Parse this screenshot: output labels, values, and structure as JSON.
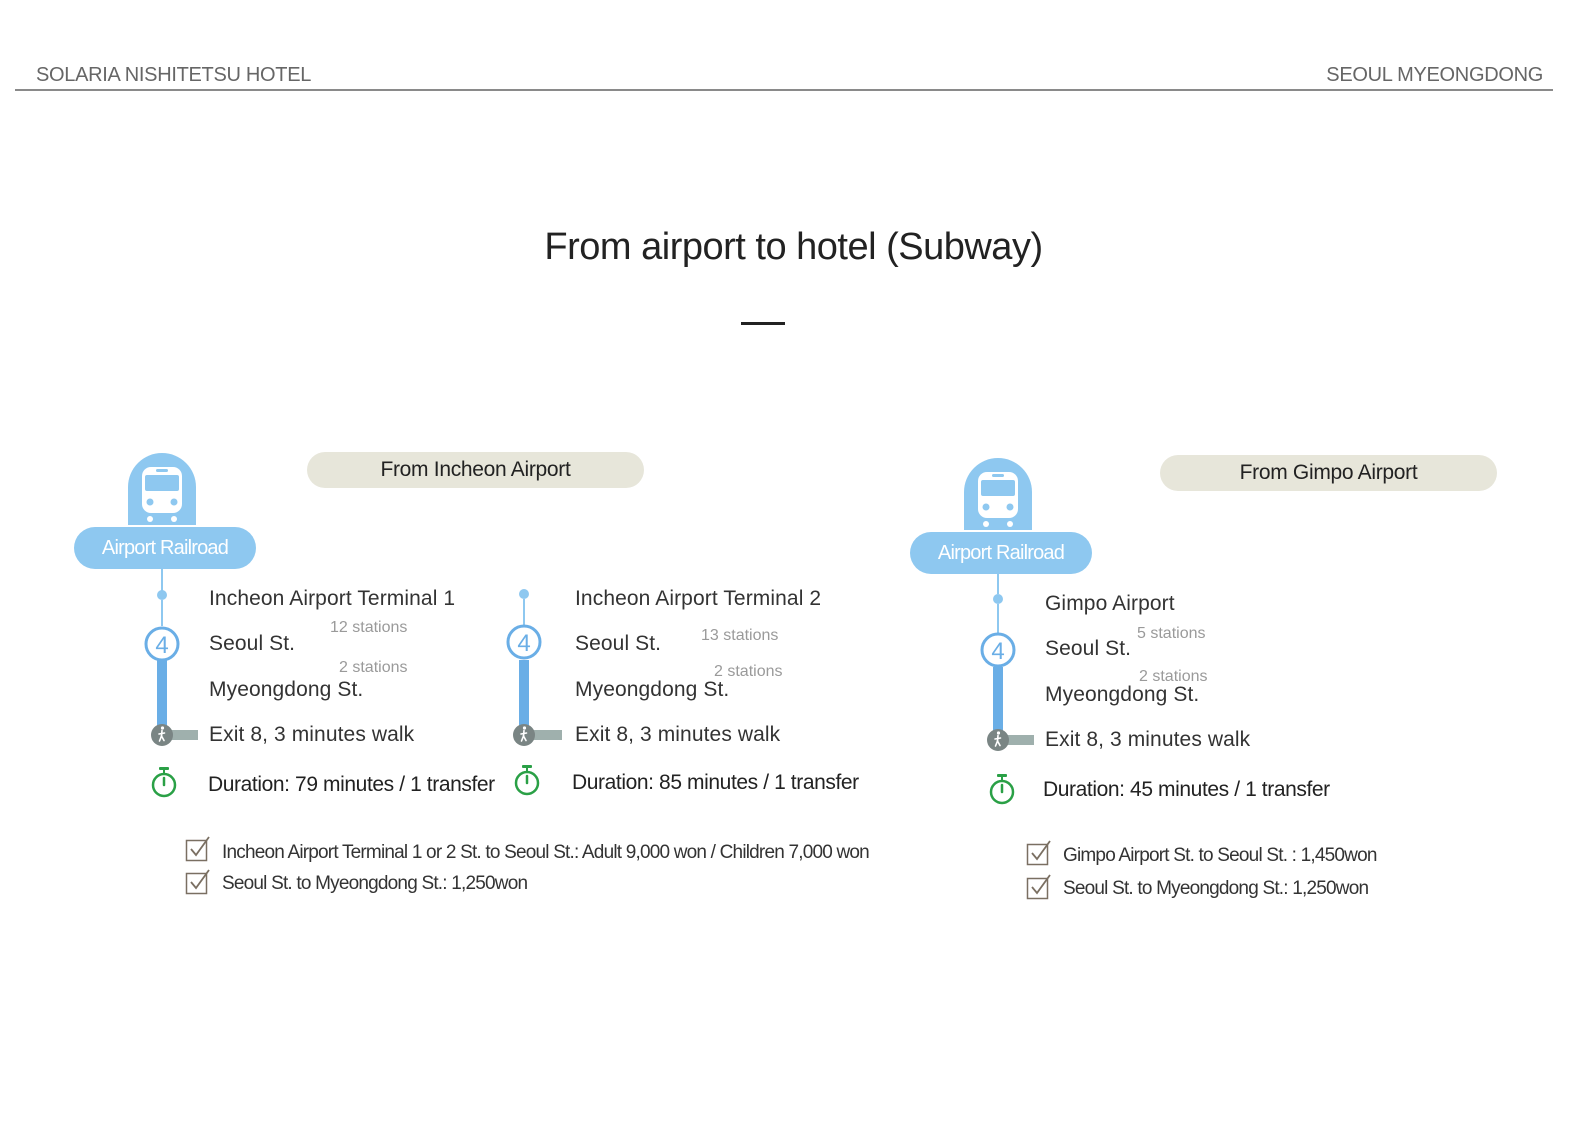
{
  "header": {
    "hotel_name": "SOLARIA NISHITETSU HOTEL",
    "location": "SEOUL MYEONGDONG"
  },
  "page_title": "From airport to hotel (Subway)",
  "colors": {
    "rail_blue": "#8ec8f0",
    "line4_blue": "#6aaee6",
    "pill_bg": "#e7e6da",
    "walk_gray": "#9fb0ad",
    "timer_green": "#2aa046"
  },
  "incheon": {
    "section_label": "From Incheon Airport",
    "rail_label": "Airport Railroad",
    "line_number": "4",
    "routes": [
      {
        "origin": "Incheon Airport Terminal 1",
        "transfer": "Seoul St.",
        "arrival": "Myeongdong St.",
        "exit": "Exit 8, 3 minutes walk",
        "leg1_count": "12 stations",
        "leg2_count": "2 stations",
        "duration": "Duration: 79 minutes / 1 transfer"
      },
      {
        "origin": "Incheon Airport Terminal 2",
        "transfer": "Seoul St.",
        "arrival": "Myeongdong St.",
        "exit": "Exit 8, 3 minutes walk",
        "leg1_count": "13 stations",
        "leg2_count": "2 stations",
        "duration": "Duration: 85 minutes / 1 transfer"
      }
    ],
    "fares": [
      "Incheon Airport Terminal 1 or 2 St. to Seoul St.: Adult 9,000 won / Children 7,000 won",
      "Seoul St. to Myeongdong St.: 1,250won"
    ]
  },
  "gimpo": {
    "section_label": "From Gimpo Airport",
    "rail_label": "Airport Railroad",
    "line_number": "4",
    "route": {
      "origin": "Gimpo Airport",
      "transfer": "Seoul St.",
      "arrival": "Myeongdong St.",
      "exit": "Exit 8, 3 minutes walk",
      "leg1_count": "5 stations",
      "leg2_count": "2 stations",
      "duration": "Duration: 45 minutes / 1 transfer"
    },
    "fares": [
      "Gimpo Airport St. to Seoul St. : 1,450won",
      "Seoul St. to Myeongdong St.: 1,250won"
    ]
  }
}
